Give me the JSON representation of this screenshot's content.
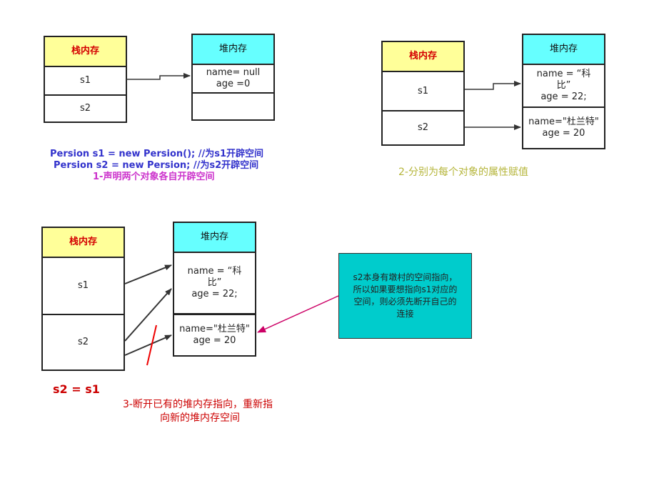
{
  "stack_label": "栈内存",
  "heap_label": "堆内存",
  "s1_label": "s1",
  "s2_label": "s2",
  "d1": {
    "heap_obj1_line1": "name= null",
    "heap_obj1_line2": "age =0",
    "code_line1": "Persion s1 = new Persion();  //为s1开辟空间",
    "code_line2": "Persion s2 = new Persion;  //为s2开辟空间",
    "caption": "1-声明两个对象各自开辟空间"
  },
  "d2": {
    "obj1_line1": "name =  “科",
    "obj1_line2": "比”",
    "obj1_line3": "age = 22;",
    "obj2_line1": "name=\"杜兰特\"",
    "obj2_line2": "age = 20",
    "caption": "2-分别为每个对象的属性赋值"
  },
  "d3": {
    "obj1_line1": "name =  “科",
    "obj1_line2": "比”",
    "obj1_line3": "age = 22;",
    "obj2_line1": "name=\"杜兰特\"",
    "obj2_line2": "age = 20",
    "assign": "s2 = s1",
    "caption_line1": "3-断开已有的堆内存指向，重新指",
    "caption_line2": "向新的堆内存空间",
    "note_line1": "s2本身有墩村的空间指向，",
    "note_line2": "所以如果要想指向s1对应的",
    "note_line3": "空间，则必须先断开自己的",
    "note_line4": "连接"
  },
  "colors": {
    "stack_header": "#ffff99",
    "heap_header": "#66ffff",
    "note_bg": "#00cccc",
    "code_text": "#3333cc",
    "caption1": "#cc33cc",
    "caption2": "#b5b53a",
    "caption3": "#cc0000",
    "arrow_magenta": "#cc0066"
  }
}
